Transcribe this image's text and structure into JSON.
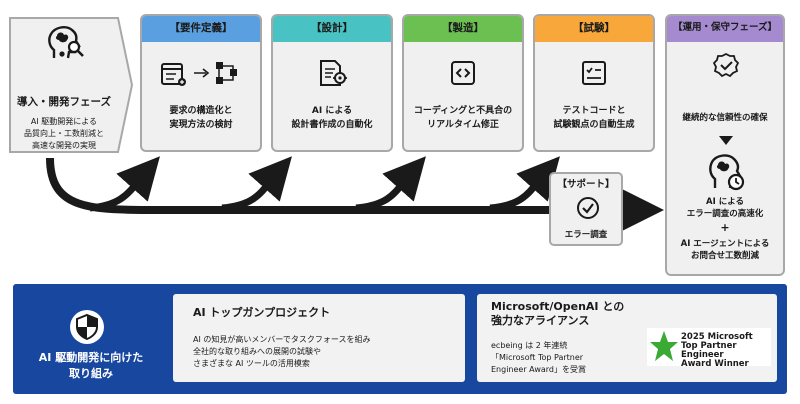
{
  "intro": {
    "title": "導入・開発フェーズ",
    "desc": [
      "AI 駆動開発による",
      "品質向上・工数削減と",
      "高速な開発の実現"
    ],
    "icon": "head-gear-search-icon"
  },
  "phases": [
    {
      "label": "【要件定義】",
      "color": "#5aa0e0",
      "icon": "checklist-to-flowchart-icon",
      "lines": [
        "要求の構造化と",
        "実現方法の検討"
      ]
    },
    {
      "label": "【設計】",
      "color": "#48c2c2",
      "icon": "document-gear-icon",
      "lines": [
        "AI による",
        "設計書作成の自動化"
      ]
    },
    {
      "label": "【製造】",
      "color": "#6cc052",
      "icon": "code-icon",
      "lines": [
        "コーディングと不具合の",
        "リアルタイム修正"
      ]
    },
    {
      "label": "【試験】",
      "color": "#f8a73a",
      "icon": "checklist-icon",
      "lines": [
        "テストコードと",
        "試験観点の自動生成"
      ]
    }
  ],
  "ops": {
    "label": "【運用・保守フェーズ】",
    "color": "#a58ad0",
    "icon_top": "certificate-icon",
    "line1": "継続的な信頼性の確保",
    "line2": [
      "AI による",
      "エラー調査の高速化"
    ],
    "plus": "+",
    "line3": [
      "AI エージェントによる",
      "お問合せ工数削減"
    ],
    "icon_mid": "head-clock-icon"
  },
  "support": {
    "label": "【サポート】",
    "caption": "エラー調査",
    "icon": "check-circle-icon"
  },
  "bottom": {
    "title": [
      "AI 駆動開発に向けた",
      "取り組み"
    ],
    "icon": "shield-icon",
    "card1": {
      "title": "AI トップガンプロジェクト",
      "lines": [
        "AI の知見が高いメンバーでタスクフォースを組み",
        "全社的な取り組みへの展開の試験や",
        "さまざまな AI ツールの活用模索"
      ]
    },
    "card2": {
      "title": [
        "Microsoft/OpenAI との",
        "強力なアライアンス"
      ],
      "lines": [
        "ecbeing は 2 年連続",
        "「Microsoft Top Partner",
        "Engineer Award」を受賞"
      ],
      "award": [
        "2025 Microsoft",
        "Top Partner Engineer",
        "Award Winner"
      ]
    }
  },
  "colors": {
    "bg_panel": "#f0f0f0",
    "border": "#a8a8a8",
    "arrow": "#1a1a1a",
    "bottom_bg": "#17479e"
  }
}
